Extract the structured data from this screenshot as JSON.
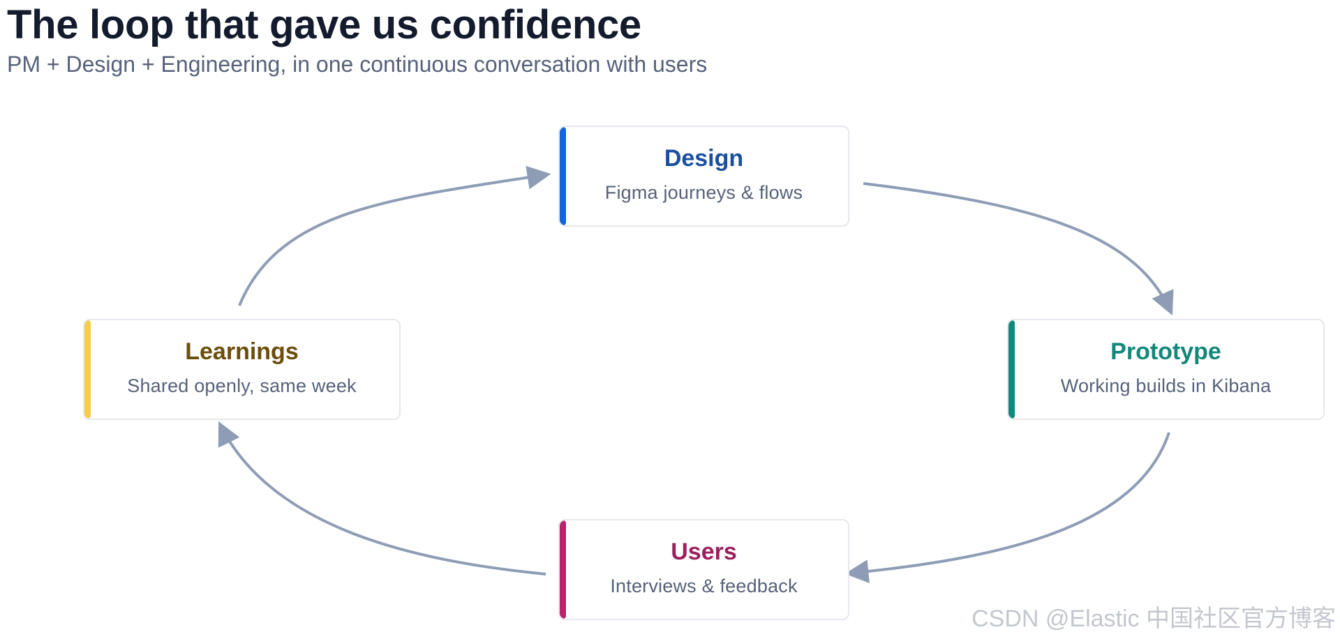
{
  "header": {
    "title": "The loop that gave us confidence",
    "subtitle": "PM + Design + Engineering, in one continuous conversation with users"
  },
  "nodes": [
    {
      "id": "design",
      "title": "Design",
      "description": "Figma journeys & flows",
      "color": "#1a4fa0",
      "accent": "#1565d8"
    },
    {
      "id": "prototype",
      "title": "Prototype",
      "description": "Working builds in Kibana",
      "color": "#13877a",
      "accent": "#0e8a7c"
    },
    {
      "id": "users",
      "title": "Users",
      "description": "Interviews & feedback",
      "color": "#9b1f5e",
      "accent": "#b8246c"
    },
    {
      "id": "learnings",
      "title": "Learnings",
      "description": "Shared openly, same week",
      "color": "#6b4d0c",
      "accent": "#f7cd47"
    }
  ],
  "edges": [
    {
      "from": "learnings",
      "to": "design"
    },
    {
      "from": "design",
      "to": "prototype"
    },
    {
      "from": "prototype",
      "to": "users"
    },
    {
      "from": "users",
      "to": "learnings"
    }
  ],
  "arrow_color": "#8e9db5",
  "watermark": "CSDN @Elastic 中国社区官方博客"
}
